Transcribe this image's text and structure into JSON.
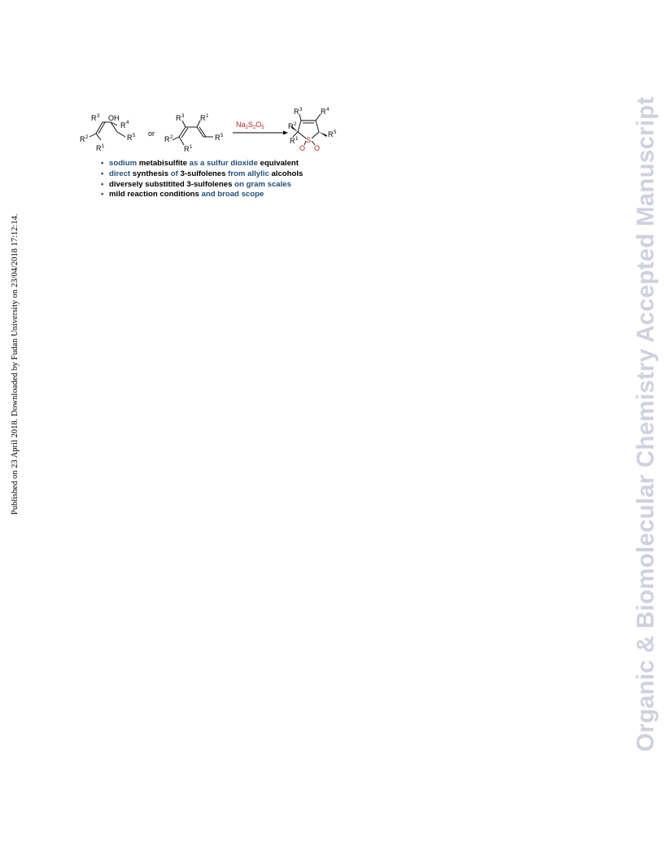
{
  "side_note": "Published on 23 April 2018. Downloaded by Fudan University on 23/04/2018 17:12:14.",
  "watermark": "Organic & Biomolecular Chemistry Accepted Manuscript",
  "scheme": {
    "reagent": "Na2S2O5",
    "connector": "or",
    "substituents": [
      "R1",
      "R2",
      "R3",
      "R4",
      "R5"
    ],
    "hydroxyl": "OH",
    "sulfur": "S",
    "oxygen": "O"
  },
  "bullets": [
    {
      "parts": [
        {
          "text": "sodium ",
          "blue": true
        },
        {
          "text": "metabisulfite ",
          "blue": false
        },
        {
          "text": "as a  sulfur dioxide ",
          "blue": true
        },
        {
          "text": "equivalent",
          "blue": false
        }
      ]
    },
    {
      "parts": [
        {
          "text": "direct ",
          "blue": true
        },
        {
          "text": "synthesis ",
          "blue": false
        },
        {
          "text": "of ",
          "blue": true
        },
        {
          "text": "3-sulfolenes ",
          "blue": false
        },
        {
          "text": "from allylic ",
          "blue": true
        },
        {
          "text": "alcohols",
          "blue": false
        }
      ]
    },
    {
      "parts": [
        {
          "text": "diversely substitited 3-sulfolenes ",
          "blue": false
        },
        {
          "text": "on gram scales",
          "blue": true
        }
      ]
    },
    {
      "parts": [
        {
          "text": "mild reaction conditions ",
          "blue": false
        },
        {
          "text": "and broad scope",
          "blue": true
        }
      ]
    }
  ],
  "colors": {
    "accent_blue": "#1f4e79",
    "watermark": "#cfd1df",
    "reagent_red": "#b22222"
  }
}
